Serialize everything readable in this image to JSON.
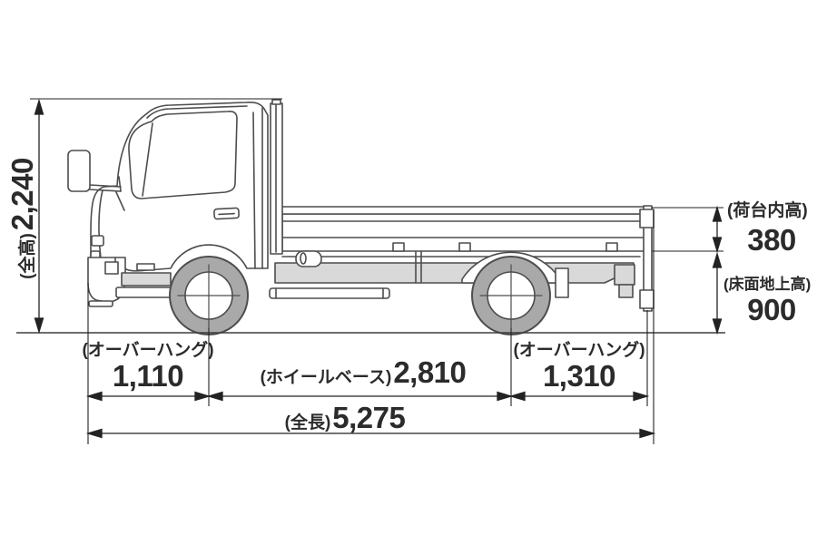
{
  "diagram": {
    "type": "truck-dimension-diagram",
    "dimensions": {
      "overall_height": {
        "label": "(全高)",
        "value": "2,240"
      },
      "cargo_bed_inner_height": {
        "label": "(荷台内高)",
        "value": "380"
      },
      "floor_ground_height": {
        "label": "(床面地上高)",
        "value": "900"
      },
      "front_overhang": {
        "label": "(オーバーハング)",
        "value": "1,110"
      },
      "wheelbase": {
        "label": "(ホイールベース)",
        "value": "2,810"
      },
      "rear_overhang": {
        "label": "(オーバーハング)",
        "value": "1,310"
      },
      "overall_length": {
        "label": "(全長)",
        "value": "5,275"
      }
    },
    "colors": {
      "background": "#ffffff",
      "outline": "#4d4d4d",
      "dimension_line": "#222222",
      "tire_fill": "#a9a9a9",
      "panel_fill": "#d9d9d9",
      "text": "#2b2b2b"
    }
  }
}
